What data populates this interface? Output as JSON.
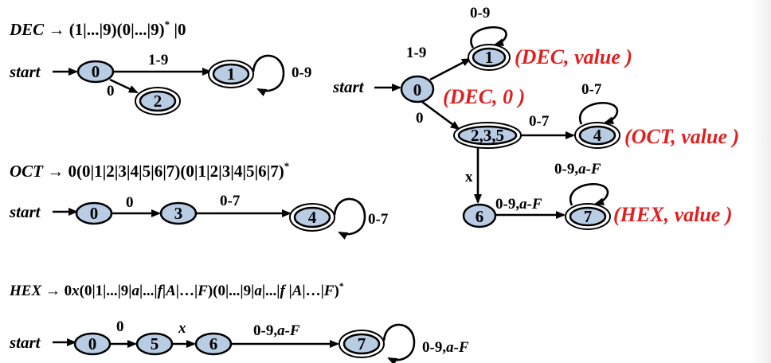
{
  "diagram": {
    "dec": {
      "regex_name": "DEC",
      "regex_body": "(1|...|9)(0|...|9)",
      "regex_star": "*",
      "regex_tail": " |0",
      "start": "start",
      "states": [
        "0",
        "1",
        "2"
      ],
      "edges": [
        "1-9",
        "0",
        "0-9"
      ]
    },
    "oct": {
      "regex_name": "OCT",
      "regex_body": "0(0|1|2|3|4|5|6|7)(0|1|2|3|4|5|6|7)",
      "regex_star": "*",
      "start": "start",
      "states": [
        "0",
        "3",
        "4"
      ],
      "edges": [
        "0",
        "0-7",
        "0-7"
      ]
    },
    "hex": {
      "regex_name": "HEX",
      "regex_body_a": "0",
      "regex_x": "x",
      "regex_body_b": "(0|1|...|9|",
      "regex_a1": "a",
      "regex_c1": "|...|",
      "regex_f1": "f",
      "regex_c2": "|",
      "regex_A1": "A",
      "regex_c3": "|…|",
      "regex_F1": "F",
      "regex_c4": ")(0|...|9|",
      "regex_a2": "a",
      "regex_c5": "|...|",
      "regex_f2": "f",
      "regex_c6": " |",
      "regex_A2": "A",
      "regex_c7": "|…|",
      "regex_F2": "F",
      "regex_c8": ")",
      "regex_star": "*",
      "start": "start",
      "states": [
        "0",
        "5",
        "6",
        "7"
      ],
      "edges": [
        "0",
        "x",
        "0-9,",
        "a-F",
        "0-9,",
        "a-F"
      ]
    },
    "combined": {
      "start": "start",
      "states": [
        "0",
        "1",
        "2,3,5",
        "4",
        "6",
        "7"
      ],
      "edges": [
        "1-9",
        "0-9",
        "0",
        "0-7",
        "0-7",
        "x",
        "0-9,",
        "a-F",
        "0-9,",
        "a-F"
      ],
      "outputs": [
        "(DEC, value )",
        "(DEC, 0 )",
        "(OCT, value )",
        "(HEX, value )"
      ]
    }
  },
  "colors": {
    "node_fill": "#b8cce4",
    "output_red": "#e02020",
    "stroke": "#000000"
  }
}
